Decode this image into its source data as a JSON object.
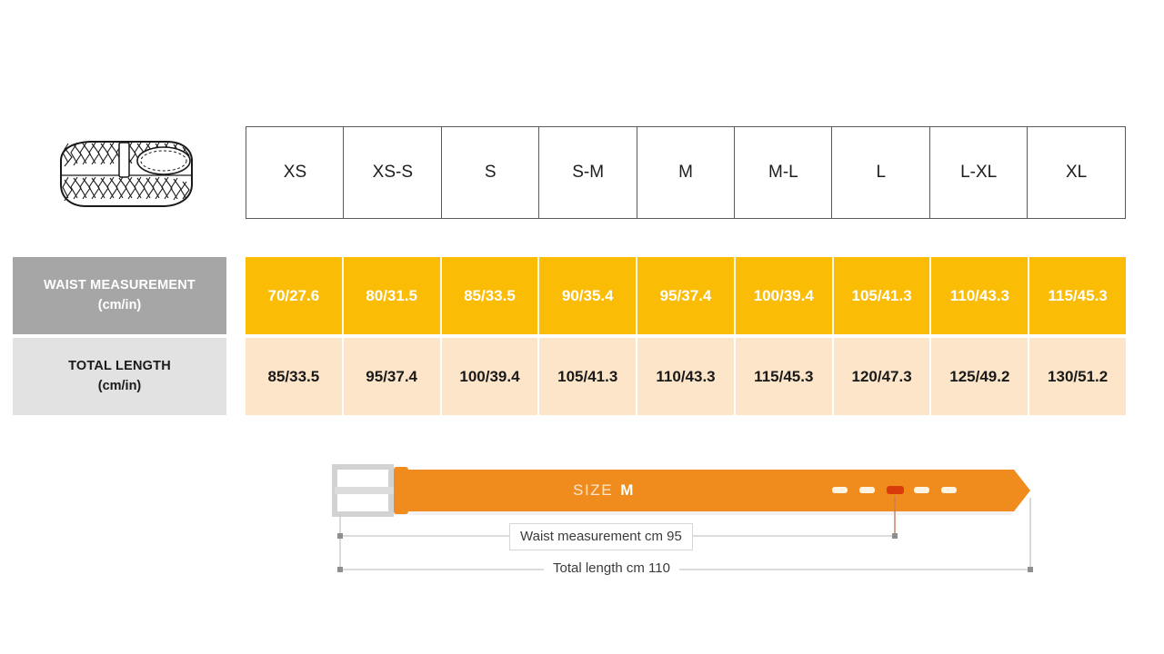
{
  "product": {
    "icon_name": "braided-belt-illustration",
    "alt": "Rolled braided belt with buckle"
  },
  "table": {
    "size_headers": [
      "XS",
      "XS-S",
      "S",
      "S-M",
      "M",
      "M-L",
      "L",
      "L-XL",
      "XL"
    ],
    "rows": [
      {
        "label_line1": "WAIST MEASUREMENT",
        "label_line2": "(cm/in)",
        "values": [
          "70/27.6",
          "80/31.5",
          "85/33.5",
          "90/35.4",
          "95/37.4",
          "100/39.4",
          "105/41.3",
          "110/43.3",
          "115/45.3"
        ]
      },
      {
        "label_line1": "TOTAL LENGTH",
        "label_line2": "(cm/in)",
        "values": [
          "85/33.5",
          "95/37.4",
          "100/39.4",
          "105/41.3",
          "110/43.3",
          "115/45.3",
          "120/47.3",
          "125/49.2",
          "130/51.2"
        ]
      }
    ]
  },
  "diagram": {
    "size_word": "SIZE",
    "size_value": "M",
    "waist_callout": "Waist measurement cm 95",
    "length_callout": "Total length cm 110",
    "holes_total": 5,
    "highlighted_hole_index": 2
  },
  "colors": {
    "waist_row_bg": "#FBBC05",
    "length_row_bg": "#FCE5C8",
    "waist_label_bg": "#A6A6A6",
    "length_label_bg": "#E2E2E2",
    "belt_orange": "#F08C1E",
    "buckle_gray": "#D9D9D9",
    "highlight_hole": "#D93B0B",
    "page_bg": "#FFFFFF"
  }
}
